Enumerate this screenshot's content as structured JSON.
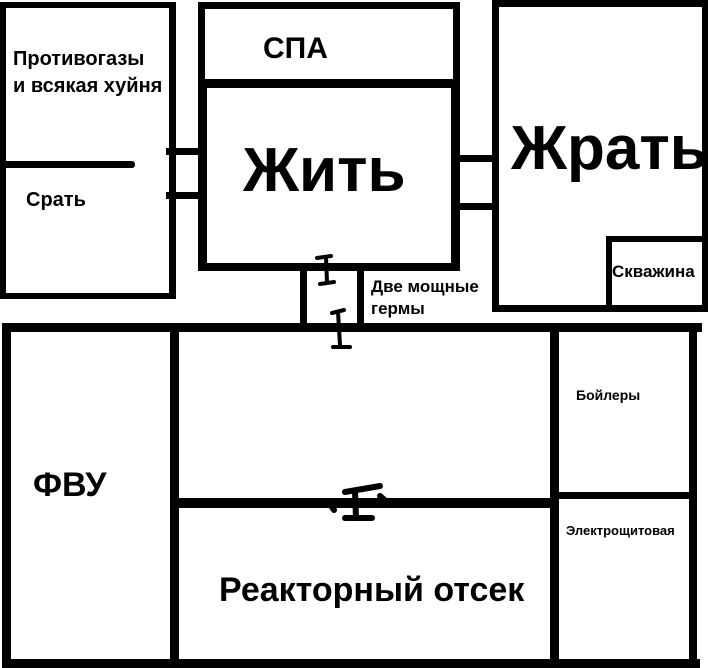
{
  "rooms": {
    "gas_masks_line1": "Противогазы",
    "gas_masks_line2": "и всякая хуйня",
    "toilet": "Срать",
    "spa": "СПА",
    "living": "Жить",
    "eating": "Жрать",
    "well": "Скважина",
    "doors_line1": "Две мощные",
    "doors_line2": "гермы",
    "fvu": "ФВУ",
    "boilers": "Бойлеры",
    "electrical": "Электрощитовая",
    "reactor": "Реакторный отсек"
  }
}
